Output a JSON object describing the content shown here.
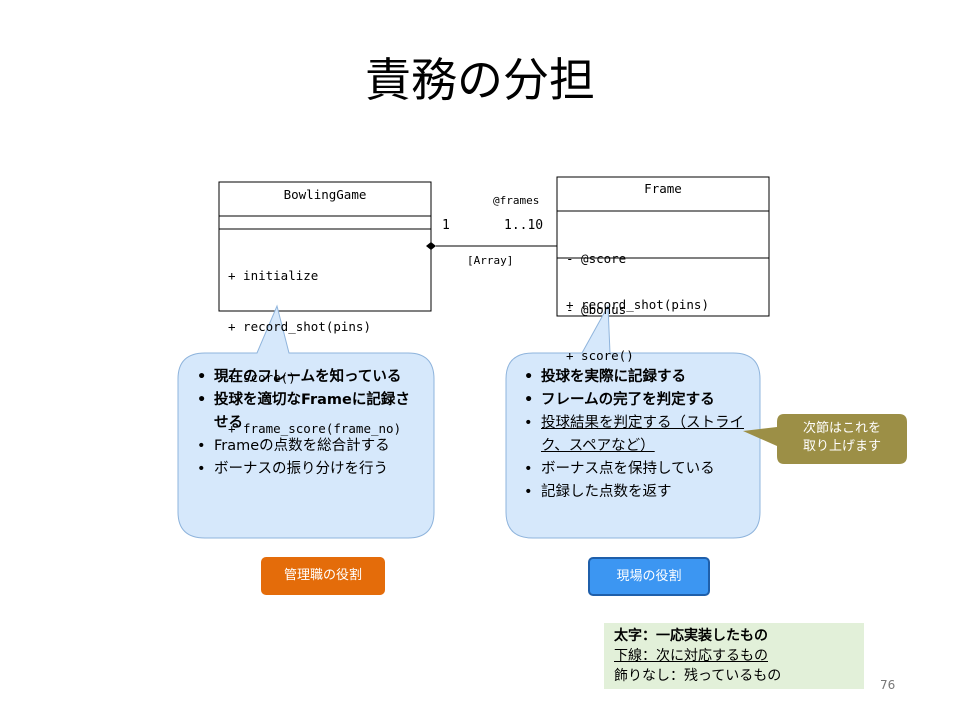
{
  "title": "責務の分担",
  "bowling_game": {
    "name": "BowlingGame",
    "methods": [
      "+ initialize",
      "+ record_shot(pins)",
      "+ score()",
      "+ frame_score(frame_no)"
    ]
  },
  "frame": {
    "name": "Frame",
    "attributes": [
      "- @score",
      "- @bonus"
    ],
    "methods": [
      "+ record_shot(pins)",
      "+ score()"
    ]
  },
  "association": {
    "role": "@frames",
    "mult_left": "1",
    "mult_right": "1..10",
    "note": "[Array]"
  },
  "left_bubble": {
    "items": [
      {
        "text": "現在のフレームを知っている",
        "style": "bold"
      },
      {
        "text": "投球を適切なFrameに記録させる",
        "style": "bold"
      },
      {
        "text": "Frameの点数を総合計する",
        "style": "plain"
      },
      {
        "text": "ボーナスの振り分けを行う",
        "style": "plain"
      }
    ]
  },
  "right_bubble": {
    "items": [
      {
        "text": "投球を実際に記録する",
        "style": "bold"
      },
      {
        "text": "フレームの完了を判定する",
        "style": "bold"
      },
      {
        "text": "投球結果を判定する（ストライク、スペアなど）",
        "style": "underline"
      },
      {
        "text": "ボーナス点を保持している",
        "style": "plain"
      },
      {
        "text": "記録した点数を返す",
        "style": "plain"
      }
    ]
  },
  "callout": {
    "line1": "次節はこれを",
    "line2": "取り上げます"
  },
  "roles": {
    "manager": "管理職の役割",
    "field": "現場の役割"
  },
  "legend": {
    "bold": "太字：一応実装したもの",
    "underline": "下線：次に対応するもの",
    "plain": "飾りなし：残っているもの"
  },
  "colors": {
    "bubble_fill": "#d6e8fb",
    "bubble_stroke": "#8fb4dc",
    "manager": "#e46c0a",
    "field": "#3c96f2",
    "field_border": "#1f5faa",
    "callout": "#9c8f46",
    "legend": "#e2f0d9"
  },
  "page_number": "76"
}
